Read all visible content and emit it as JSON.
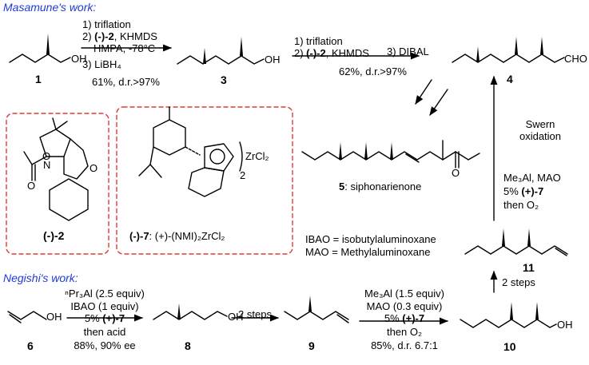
{
  "headers": {
    "masamune": "Masamune's work:",
    "negishi": "Negishi's work:"
  },
  "compounds": {
    "c1": "1",
    "c3": "3",
    "c4": "4",
    "c5_num": "5",
    "c5_name": ": siphonarienone",
    "c6": "6",
    "c8": "8",
    "c9": "9",
    "c10": "10",
    "c11": "11",
    "aux": "(-)-2",
    "cat_num": "(-)-7",
    "cat_desc": ": (+)-(NMI)₂ZrCl₂"
  },
  "atoms": {
    "oh": "OH",
    "cho": "CHO",
    "o": "O",
    "n": "N",
    "zrcl2": "ZrCl₂",
    "sub2": "2"
  },
  "step1": {
    "l1": "1) triflation",
    "l2_pre": "2) ",
    "l2_b": "(-)-2",
    "l2_post": ", KHMDS",
    "l3": "HMPA, -78°C",
    "l4": "3) LiBH₄",
    "l5": "61%, d.r.>97%"
  },
  "step2": {
    "l1": "1) triflation",
    "l2_pre": "2) ",
    "l2_b": "(-)-2",
    "l2_post": ", KHMDS",
    "l3": "3) DIBAL",
    "l4": "62%, d.r.>97%"
  },
  "step_swern": {
    "l1": "Swern",
    "l2": "oxidation"
  },
  "step_11_4": {
    "l1": "Me₃Al, MAO",
    "l2_pre": "5% ",
    "l2_b": "(+)-7",
    "l3": "then O₂"
  },
  "definitions": {
    "ibao": "IBAO = isobutylaluminoxane",
    "mao": "MAO = Methylaluminoxane"
  },
  "step_6_8": {
    "l1": "ⁿPr₃Al (2.5 equiv)",
    "l2": "IBAO (1 equiv)",
    "l3_pre": "5% ",
    "l3_b": "(+)-7",
    "l4": "then acid",
    "l5": "88%, 90% ee"
  },
  "step_8_9": {
    "l1": "2 steps"
  },
  "step_9_10": {
    "l1": "Me₃Al (1.5 equiv)",
    "l2": "MAO (0.3 equiv)",
    "l3_pre": "5% ",
    "l3_b": "(+)-7",
    "l4": "then O₂",
    "l5": "85%, d.r. 6.7:1"
  },
  "step_10_11": {
    "l1": "2 steps"
  },
  "colors": {
    "header": "#1f3bd6",
    "box_border": "#e53935"
  }
}
